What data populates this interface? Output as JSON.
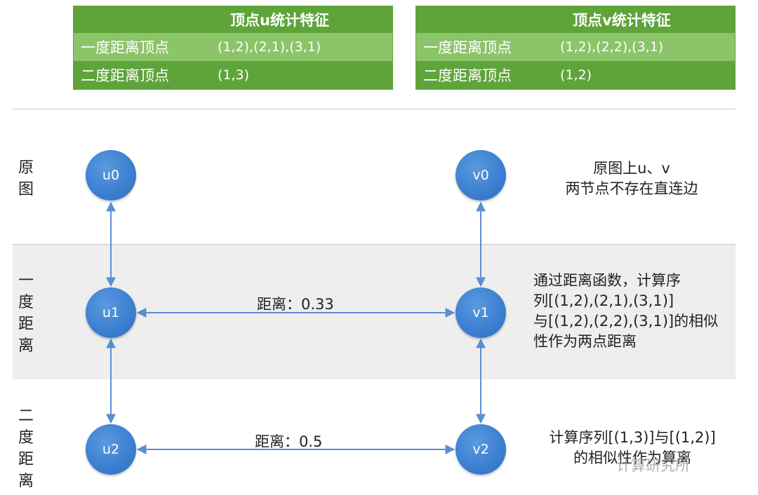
{
  "tables": [
    {
      "title": "顶点u统计特征",
      "rows": [
        {
          "label": "一度距离顶点",
          "value": "(1,2),(2,1),(3,1)"
        },
        {
          "label": "二度距离顶点",
          "value": "(1,3)"
        }
      ]
    },
    {
      "title": "顶点v统计特征",
      "rows": [
        {
          "label": "一度距离顶点",
          "value": "(1,2),(2,2),(3,1)"
        },
        {
          "label": "二度距离顶点",
          "value": "(1,2)"
        }
      ]
    }
  ],
  "sections": [
    {
      "label_lines": [
        "原",
        "图"
      ]
    },
    {
      "label_lines": [
        "一",
        "度",
        "距",
        "离"
      ]
    },
    {
      "label_lines": [
        "二",
        "度",
        "距",
        "离"
      ]
    }
  ],
  "nodes": {
    "u0": "u0",
    "u1": "u1",
    "u2": "u2",
    "v0": "v0",
    "v1": "v1",
    "v2": "v2"
  },
  "distances": {
    "level1": "距离：0.33",
    "level2": "距离：0.5"
  },
  "notes": {
    "original": [
      "原图上u、v",
      "两节点不存在直连边"
    ],
    "level1": [
      "通过距离函数，计算序",
      "列[(1,2),(2,1),(3,1)]",
      "与[(1,2),(2,2),(3,1)]的相似",
      "性作为两点距离"
    ],
    "level2": [
      "计算序列[(1,3)]与[(1,2)]",
      "的相似性作为算离"
    ]
  },
  "watermark": "计算研究所",
  "colors": {
    "node": "#3b7ed0",
    "edge": "#5b8fd0",
    "table_header": "#5ea43a",
    "table_row_light": "#8cc46a",
    "band": "#eeeeee"
  }
}
